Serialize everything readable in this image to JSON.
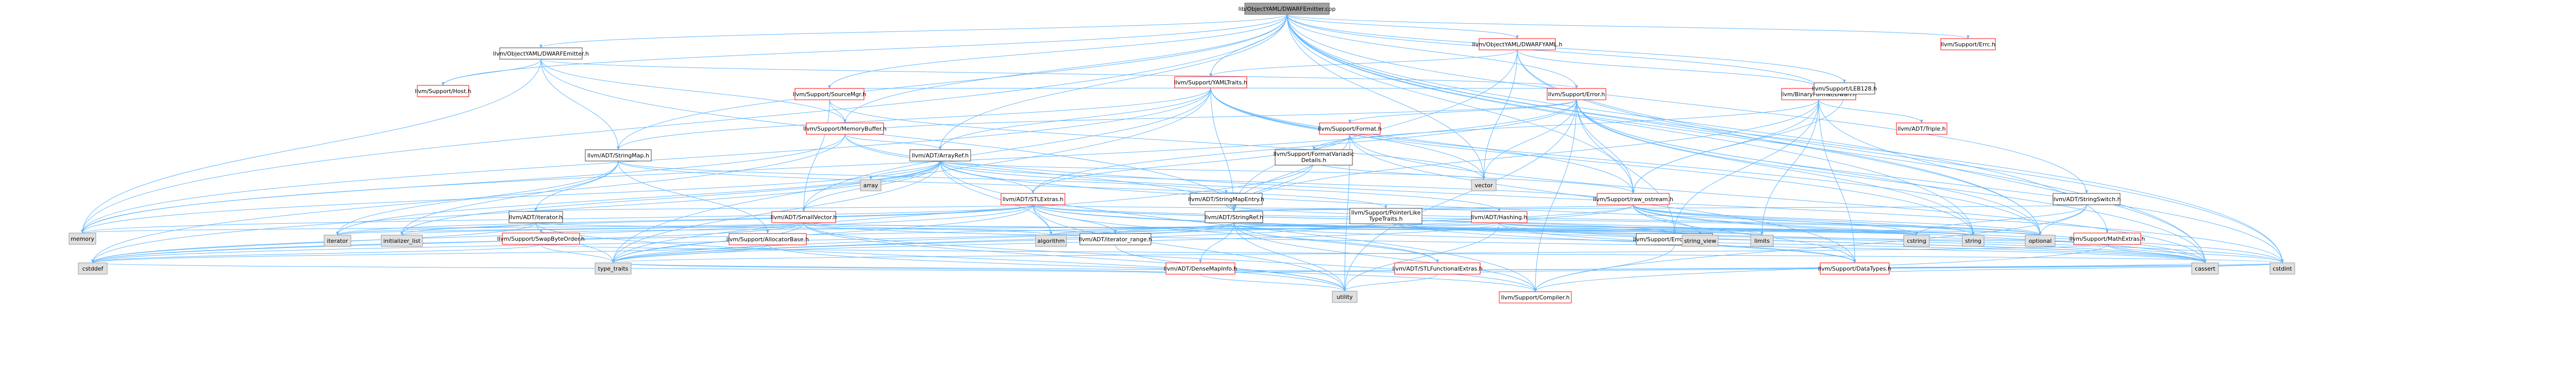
{
  "diagram": {
    "colors": {
      "edge": "#63b8ff",
      "node_fill": "#ffffff",
      "node_stroke_normal": "#404040",
      "node_stroke_red": "#ff0000",
      "node_fill_gray": "#e0e0e0",
      "node_fill_root": "#a0a0a0",
      "text": "#000000"
    },
    "nodes": [
      {
        "id": "root",
        "label": "lib/ObjectYAML/DWARFEmitter.cpp",
        "style": "root"
      },
      {
        "id": "DWARFEmitter_h",
        "label": "llvm/ObjectYAML/DWARFEmitter.h",
        "style": "normal"
      },
      {
        "id": "DWARFYAML_h",
        "label": "llvm/ObjectYAML/DWARFYAML.h",
        "style": "red"
      },
      {
        "id": "Errc_h",
        "label": "llvm/Support/Errc.h",
        "style": "red"
      },
      {
        "id": "YAMLTraits_h",
        "label": "llvm/Support/YAMLTraits.h",
        "style": "red"
      },
      {
        "id": "Host_h",
        "label": "llvm/Support/Host.h",
        "style": "red"
      },
      {
        "id": "SourceMgr_h",
        "label": "llvm/Support/SourceMgr.h",
        "style": "red"
      },
      {
        "id": "Error_h",
        "label": "llvm/Support/Error.h",
        "style": "red"
      },
      {
        "id": "BinaryFormat_Dwarf_h",
        "label": "llvm/BinaryFormat/Dwarf.h",
        "style": "red"
      },
      {
        "id": "LEB128_h",
        "label": "llvm/Support/LEB128.h",
        "style": "normal"
      },
      {
        "id": "MemoryBuffer_h",
        "label": "llvm/Support/MemoryBuffer.h",
        "style": "red"
      },
      {
        "id": "Format_h",
        "label": "llvm/Support/Format.h",
        "style": "red"
      },
      {
        "id": "Triple_h",
        "label": "llvm/ADT/Triple.h",
        "style": "red"
      },
      {
        "id": "StringMap_h",
        "label": "llvm/ADT/StringMap.h",
        "style": "normal"
      },
      {
        "id": "ArrayRef_h",
        "label": "llvm/ADT/ArrayRef.h",
        "style": "normal"
      },
      {
        "id": "FormatVariadicDetails_h",
        "label": "llvm/Support/FormatVariadic Details.h",
        "style": "normal"
      },
      {
        "id": "array",
        "label": "array",
        "style": "gray"
      },
      {
        "id": "vector",
        "label": "vector",
        "style": "gray"
      },
      {
        "id": "STLExtras_h",
        "label": "llvm/ADT/STLExtras.h",
        "style": "red"
      },
      {
        "id": "StringMapEntry_h",
        "label": "llvm/ADT/StringMapEntry.h",
        "style": "normal"
      },
      {
        "id": "raw_ostream_h",
        "label": "llvm/Support/raw_ostream.h",
        "style": "red"
      },
      {
        "id": "StringSwitch_h",
        "label": "llvm/ADT/StringSwitch.h",
        "style": "normal"
      },
      {
        "id": "iterator_h",
        "label": "llvm/ADT/iterator.h",
        "style": "normal"
      },
      {
        "id": "SmallVector_h",
        "label": "llvm/ADT/SmallVector.h",
        "style": "red"
      },
      {
        "id": "StringRef_h",
        "label": "llvm/ADT/StringRef.h",
        "style": "normal"
      },
      {
        "id": "PointerLikeTypeTraits_h",
        "label": "llvm/Support/PointerLike TypeTraits.h",
        "style": "normal"
      },
      {
        "id": "Hashing_h",
        "label": "llvm/ADT/Hashing.h",
        "style": "red"
      },
      {
        "id": "MathExtras_h",
        "label": "llvm/Support/MathExtras.h",
        "style": "red"
      },
      {
        "id": "memory",
        "label": "memory",
        "style": "gray"
      },
      {
        "id": "iterator",
        "label": "iterator",
        "style": "gray"
      },
      {
        "id": "initializer_list",
        "label": "initializer_list",
        "style": "gray"
      },
      {
        "id": "SwapByteOrder_h",
        "label": "llvm/Support/SwapByteOrder.h",
        "style": "red"
      },
      {
        "id": "AllocatorBase_h",
        "label": "llvm/Support/AllocatorBase.h",
        "style": "red"
      },
      {
        "id": "algorithm",
        "label": "algorithm",
        "style": "gray"
      },
      {
        "id": "iterator_range_h",
        "label": "llvm/ADT/iterator_range.h",
        "style": "normal"
      },
      {
        "id": "DenseMapInfo_h",
        "label": "llvm/ADT/DenseMapInfo.h",
        "style": "red"
      },
      {
        "id": "STLFunctionalExtras_h",
        "label": "llvm/ADT/STLFunctionalExtras.h",
        "style": "red"
      },
      {
        "id": "ErrorHandling_h",
        "label": "llvm/Support/ErrorHandling.h",
        "style": "normal"
      },
      {
        "id": "string_view",
        "label": "string_view",
        "style": "gray"
      },
      {
        "id": "limits",
        "label": "limits",
        "style": "gray"
      },
      {
        "id": "DataTypes_h",
        "label": "llvm/Support/DataTypes.h",
        "style": "red"
      },
      {
        "id": "cstring",
        "label": "cstring",
        "style": "gray"
      },
      {
        "id": "string",
        "label": "string",
        "style": "gray"
      },
      {
        "id": "optional",
        "label": "optional",
        "style": "gray"
      },
      {
        "id": "cassert",
        "label": "cassert",
        "style": "gray"
      },
      {
        "id": "cstdint",
        "label": "cstdint",
        "style": "gray"
      },
      {
        "id": "cstddef",
        "label": "cstddef",
        "style": "gray"
      },
      {
        "id": "type_traits",
        "label": "type_traits",
        "style": "gray"
      },
      {
        "id": "utility",
        "label": "utility",
        "style": "gray"
      },
      {
        "id": "Compiler_h",
        "label": "llvm/Support/Compiler.h",
        "style": "red"
      }
    ],
    "edges": [
      [
        "root",
        "DWARFEmitter_h"
      ],
      [
        "root",
        "DWARFYAML_h"
      ],
      [
        "root",
        "Errc_h"
      ],
      [
        "root",
        "YAMLTraits_h"
      ],
      [
        "root",
        "Host_h"
      ],
      [
        "root",
        "SourceMgr_h"
      ],
      [
        "root",
        "Error_h"
      ],
      [
        "root",
        "BinaryFormat_Dwarf_h"
      ],
      [
        "root",
        "LEB128_h"
      ],
      [
        "root",
        "MemoryBuffer_h"
      ],
      [
        "root",
        "StringMap_h"
      ],
      [
        "root",
        "ArrayRef_h"
      ],
      [
        "root",
        "StringSwitch_h"
      ],
      [
        "root",
        "MathExtras_h"
      ],
      [
        "root",
        "raw_ostream_h"
      ],
      [
        "root",
        "vector"
      ],
      [
        "root",
        "cassert"
      ],
      [
        "root",
        "cstdint"
      ],
      [
        "root",
        "memory"
      ],
      [
        "root",
        "string"
      ],
      [
        "root",
        "optional"
      ],
      [
        "DWARFEmitter_h",
        "Host_h"
      ],
      [
        "DWARFEmitter_h",
        "MemoryBuffer_h"
      ],
      [
        "DWARFEmitter_h",
        "StringMap_h"
      ],
      [
        "DWARFEmitter_h",
        "Error_h"
      ],
      [
        "DWARFEmitter_h",
        "StringRef_h"
      ],
      [
        "DWARFEmitter_h",
        "memory"
      ],
      [
        "DWARFYAML_h",
        "YAMLTraits_h"
      ],
      [
        "DWARFYAML_h",
        "BinaryFormat_Dwarf_h"
      ],
      [
        "DWARFYAML_h",
        "StringRef_h"
      ],
      [
        "DWARFYAML_h",
        "vector"
      ],
      [
        "DWARFYAML_h",
        "cstdint"
      ],
      [
        "DWARFYAML_h",
        "optional"
      ],
      [
        "YAMLTraits_h",
        "SourceMgr_h"
      ],
      [
        "YAMLTraits_h",
        "Error_h"
      ],
      [
        "YAMLTraits_h",
        "ArrayRef_h"
      ],
      [
        "YAMLTraits_h",
        "StringMap_h"
      ],
      [
        "YAMLTraits_h",
        "raw_ostream_h"
      ],
      [
        "YAMLTraits_h",
        "StringRef_h"
      ],
      [
        "YAMLTraits_h",
        "SmallVector_h"
      ],
      [
        "YAMLTraits_h",
        "vector"
      ],
      [
        "YAMLTraits_h",
        "string"
      ],
      [
        "YAMLTraits_h",
        "optional"
      ],
      [
        "YAMLTraits_h",
        "map"
      ],
      [
        "YAMLTraits_h",
        "memory"
      ],
      [
        "YAMLTraits_h",
        "type_traits"
      ],
      [
        "SourceMgr_h",
        "MemoryBuffer_h"
      ],
      [
        "SourceMgr_h",
        "SmallVector_h"
      ],
      [
        "SourceMgr_h",
        "vector"
      ],
      [
        "Error_h",
        "Format_h"
      ],
      [
        "Error_h",
        "raw_ostream_h"
      ],
      [
        "Error_h",
        "STLExtras_h"
      ],
      [
        "Error_h",
        "ErrorHandling_h"
      ],
      [
        "Error_h",
        "Compiler_h"
      ],
      [
        "Error_h",
        "cassert"
      ],
      [
        "Error_h",
        "cstdint"
      ],
      [
        "Error_h",
        "cstdlib"
      ],
      [
        "Error_h",
        "memory"
      ],
      [
        "Error_h",
        "string"
      ],
      [
        "Error_h",
        "vector"
      ],
      [
        "Error_h",
        "optional"
      ],
      [
        "Error_h",
        "utility"
      ],
      [
        "BinaryFormat_Dwarf_h",
        "Triple_h"
      ],
      [
        "BinaryFormat_Dwarf_h",
        "FormatVariadicDetails_h"
      ],
      [
        "BinaryFormat_Dwarf_h",
        "raw_ostream_h"
      ],
      [
        "BinaryFormat_Dwarf_h",
        "DataTypes_h"
      ],
      [
        "BinaryFormat_Dwarf_h",
        "StringRef_h"
      ],
      [
        "BinaryFormat_Dwarf_h",
        "ErrorHandling_h"
      ],
      [
        "BinaryFormat_Dwarf_h",
        "cassert"
      ],
      [
        "BinaryFormat_Dwarf_h",
        "limits"
      ],
      [
        "LEB128_h",
        "raw_ostream_h"
      ],
      [
        "MemoryBuffer_h",
        "ArrayRef_h"
      ],
      [
        "MemoryBuffer_h",
        "StringRef_h"
      ],
      [
        "MemoryBuffer_h",
        "CBindingWrapping"
      ],
      [
        "MemoryBuffer_h",
        "Error_h"
      ],
      [
        "MemoryBuffer_h",
        "cstddef"
      ],
      [
        "MemoryBuffer_h",
        "cstdint"
      ],
      [
        "MemoryBuffer_h",
        "memory"
      ],
      [
        "Format_h",
        "STLExtras_h"
      ],
      [
        "Format_h",
        "StringRef_h"
      ],
      [
        "Format_h",
        "DataTypes_h"
      ],
      [
        "Format_h",
        "cassert"
      ],
      [
        "Format_h",
        "cstdio"
      ],
      [
        "Format_h",
        "tuple"
      ],
      [
        "Format_h",
        "utility"
      ],
      [
        "StringMap_h",
        "StringMapEntry_h"
      ],
      [
        "StringMap_h",
        "iterator_h"
      ],
      [
        "StringMap_h",
        "AllocatorBase_h"
      ],
      [
        "StringMap_h",
        "PointerLikeTypeTraits_h"
      ],
      [
        "StringMap_h",
        "initializer_list"
      ],
      [
        "StringMap_h",
        "iterator"
      ],
      [
        "ArrayRef_h",
        "Hashing_h"
      ],
      [
        "ArrayRef_h",
        "SmallVector_h"
      ],
      [
        "ArrayRef_h",
        "STLExtras_h"
      ],
      [
        "ArrayRef_h",
        "Compiler_h"
      ],
      [
        "ArrayRef_h",
        "algorithm"
      ],
      [
        "ArrayRef_h",
        "array"
      ],
      [
        "ArrayRef_h",
        "cassert"
      ],
      [
        "ArrayRef_h",
        "cstddef"
      ],
      [
        "ArrayRef_h",
        "initializer_list"
      ],
      [
        "ArrayRef_h",
        "iterator"
      ],
      [
        "ArrayRef_h",
        "memory"
      ],
      [
        "ArrayRef_h",
        "type_traits"
      ],
      [
        "ArrayRef_h",
        "vector"
      ],
      [
        "FormatVariadicDetails_h",
        "StringRef_h"
      ],
      [
        "FormatVariadicDetails_h",
        "raw_ostream_h"
      ],
      [
        "FormatVariadicDetails_h",
        "type_traits"
      ],
      [
        "STLExtras_h",
        "Hashing_h"
      ],
      [
        "STLExtras_h",
        "STLFunctionalExtras_h"
      ],
      [
        "STLExtras_h",
        "iterator_h"
      ],
      [
        "STLExtras_h",
        "iterator_range_h"
      ],
      [
        "STLExtras_h",
        "ErrorHandling_h"
      ],
      [
        "STLExtras_h",
        "algorithm"
      ],
      [
        "STLExtras_h",
        "cassert"
      ],
      [
        "STLExtras_h",
        "cstddef"
      ],
      [
        "STLExtras_h",
        "cstdint"
      ],
      [
        "STLExtras_h",
        "cstdlib"
      ],
      [
        "STLExtras_h",
        "functional"
      ],
      [
        "STLExtras_h",
        "initializer_list"
      ],
      [
        "STLExtras_h",
        "iterator"
      ],
      [
        "STLExtras_h",
        "limits"
      ],
      [
        "STLExtras_h",
        "memory"
      ],
      [
        "STLExtras_h",
        "optional"
      ],
      [
        "STLExtras_h",
        "tuple"
      ],
      [
        "STLExtras_h",
        "type_traits"
      ],
      [
        "STLExtras_h",
        "utility"
      ],
      [
        "StringMapEntry_h",
        "StringRef_h"
      ],
      [
        "StringMapEntry_h",
        "optional"
      ],
      [
        "raw_ostream_h",
        "ArrayRef_h"
      ],
      [
        "raw_ostream_h",
        "StringRef_h"
      ],
      [
        "raw_ostream_h",
        "DataTypes_h"
      ],
      [
        "raw_ostream_h",
        "cassert"
      ],
      [
        "raw_ostream_h",
        "cstddef"
      ],
      [
        "raw_ostream_h",
        "cstdint"
      ],
      [
        "raw_ostream_h",
        "cstring"
      ],
      [
        "raw_ostream_h",
        "optional"
      ],
      [
        "raw_ostream_h",
        "string"
      ],
      [
        "raw_ostream_h",
        "string_view"
      ],
      [
        "raw_ostream_h",
        "system_error"
      ],
      [
        "raw_ostream_h",
        "type_traits"
      ],
      [
        "StringSwitch_h",
        "StringRef_h"
      ],
      [
        "StringSwitch_h",
        "Compiler_h"
      ],
      [
        "StringSwitch_h",
        "cstring"
      ],
      [
        "StringSwitch_h",
        "optional"
      ],
      [
        "iterator_h",
        "iterator_range_h"
      ],
      [
        "iterator_h",
        "cstddef"
      ],
      [
        "iterator_h",
        "iterator"
      ],
      [
        "iterator_h",
        "type_traits"
      ],
      [
        "iterator_h",
        "utility"
      ],
      [
        "SmallVector_h",
        "Compiler_h"
      ],
      [
        "SmallVector_h",
        "algorithm"
      ],
      [
        "SmallVector_h",
        "cassert"
      ],
      [
        "SmallVector_h",
        "cstddef"
      ],
      [
        "SmallVector_h",
        "cstdlib"
      ],
      [
        "SmallVector_h",
        "cstring"
      ],
      [
        "SmallVector_h",
        "functional"
      ],
      [
        "SmallVector_h",
        "initializer_list"
      ],
      [
        "SmallVector_h",
        "iterator"
      ],
      [
        "SmallVector_h",
        "limits"
      ],
      [
        "SmallVector_h",
        "memory"
      ],
      [
        "SmallVector_h",
        "new"
      ],
      [
        "SmallVector_h",
        "type_traits"
      ],
      [
        "SmallVector_h",
        "utility"
      ],
      [
        "StringRef_h",
        "DenseMapInfo_h"
      ],
      [
        "StringRef_h",
        "STLFunctionalExtras_h"
      ],
      [
        "StringRef_h",
        "iterator_range_h"
      ],
      [
        "StringRef_h",
        "Compiler_h"
      ],
      [
        "StringRef_h",
        "algorithm"
      ],
      [
        "StringRef_h",
        "cassert"
      ],
      [
        "StringRef_h",
        "cstddef"
      ],
      [
        "StringRef_h",
        "cstring"
      ],
      [
        "StringRef_h",
        "limits"
      ],
      [
        "StringRef_h",
        "string"
      ],
      [
        "StringRef_h",
        "string_view"
      ],
      [
        "StringRef_h",
        "type_traits"
      ],
      [
        "StringRef_h",
        "utility"
      ],
      [
        "PointerLikeTypeTraits_h",
        "DataTypes_h"
      ],
      [
        "PointerLikeTypeTraits_h",
        "cassert"
      ],
      [
        "PointerLikeTypeTraits_h",
        "type_traits"
      ],
      [
        "Hashing_h",
        "ErrorHandling_h"
      ],
      [
        "Hashing_h",
        "SwapByteOrder_h"
      ],
      [
        "Hashing_h",
        "type_traits"
      ],
      [
        "Hashing_h",
        "DataTypes_h"
      ],
      [
        "Hashing_h",
        "algorithm"
      ],
      [
        "Hashing_h",
        "cassert"
      ],
      [
        "Hashing_h",
        "cstring"
      ],
      [
        "Hashing_h",
        "optional"
      ],
      [
        "Hashing_h",
        "string"
      ],
      [
        "Hashing_h",
        "tuple"
      ],
      [
        "Hashing_h",
        "utility"
      ],
      [
        "MathExtras_h",
        "Compiler_h"
      ],
      [
        "MathExtras_h",
        "cassert"
      ],
      [
        "MathExtras_h",
        "climits"
      ],
      [
        "MathExtras_h",
        "cstdint"
      ],
      [
        "MathExtras_h",
        "cstring"
      ],
      [
        "MathExtras_h",
        "limits"
      ],
      [
        "MathExtras_h",
        "type_traits"
      ],
      [
        "SwapByteOrder_h",
        "cstddef"
      ],
      [
        "SwapByteOrder_h",
        "cstdint"
      ],
      [
        "SwapByteOrder_h",
        "type_traits"
      ],
      [
        "AllocatorBase_h",
        "Compiler_h"
      ],
      [
        "AllocatorBase_h",
        "type_traits"
      ],
      [
        "AllocatorBase_h",
        "cstddef"
      ],
      [
        "iterator_range_h",
        "utility"
      ],
      [
        "DenseMapInfo_h",
        "cassert"
      ],
      [
        "DenseMapInfo_h",
        "cstddef"
      ],
      [
        "DenseMapInfo_h",
        "cstdint"
      ],
      [
        "DenseMapInfo_h",
        "tuple"
      ],
      [
        "DenseMapInfo_h",
        "type_traits"
      ],
      [
        "DenseMapInfo_h",
        "utility"
      ],
      [
        "STLFunctionalExtras_h",
        "type_traits"
      ],
      [
        "STLFunctionalExtras_h",
        "utility"
      ],
      [
        "STLFunctionalExtras_h",
        "cstdint"
      ],
      [
        "ErrorHandling_h",
        "Compiler_h"
      ],
      [
        "DataTypes_h",
        "cstdint"
      ]
    ]
  }
}
